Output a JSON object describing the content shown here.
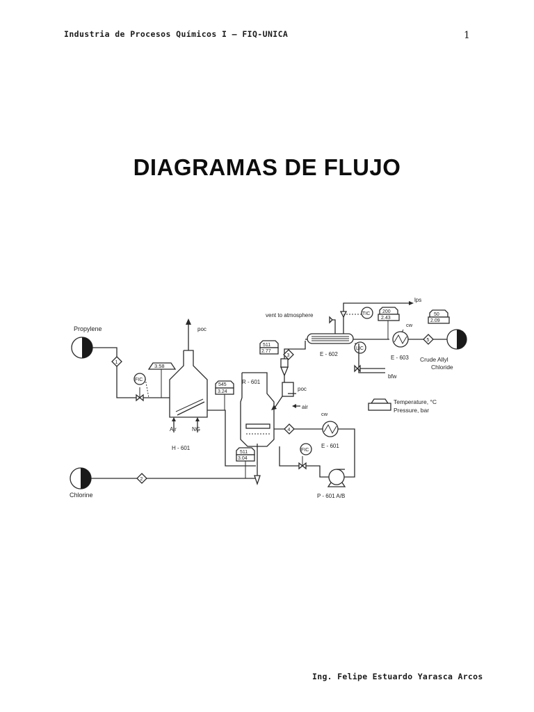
{
  "header": {
    "left_text": "Industria de Procesos Químicos I – FIQ-UNICA",
    "page_number": "1"
  },
  "title": "DIAGRAMAS DE FLUJO",
  "footer": {
    "author": "Ing. Felipe Estuardo Yarasca Arcos"
  },
  "diagram": {
    "labels": {
      "propylene": "Propylene",
      "chlorine": "Chlorine",
      "poc_heater": "poc",
      "poc_reactor": "poc",
      "air_reactor": "air",
      "air_heater": "Air",
      "ng": "NG",
      "h601": "H - 601",
      "r601": "R - 601",
      "e601": "E - 601",
      "e602": "E - 602",
      "e603": "E - 603",
      "p601": "P - 601 A/B",
      "vent": "vent to atmosphere",
      "lps": "lps",
      "bfw": "bfw",
      "cw_e603": "cw",
      "cw_e601": "cw",
      "crude1": "Crude Allyl",
      "crude2": "Chloride",
      "legend_temp": "Temperature, °C",
      "legend_press": "Pressure, bar"
    },
    "instruments": {
      "fic1": "FIC",
      "fic2": "FIC",
      "tic": "TIC",
      "lic": "LIC"
    },
    "streams": {
      "s1": "1",
      "s2": "2",
      "s3": "3",
      "s4": "4",
      "s5": "5"
    },
    "flags": {
      "f1_top": "",
      "f1_bot": "3.58",
      "f2_top": "545",
      "f2_bot": "3.24",
      "f3_top": "511",
      "f3_bot": "2.77",
      "f4_top": "511",
      "f4_bot": "3.04",
      "f5_top": "200",
      "f5_bot": "2.43",
      "f6_top": "50",
      "f6_bot": "2.09"
    }
  }
}
